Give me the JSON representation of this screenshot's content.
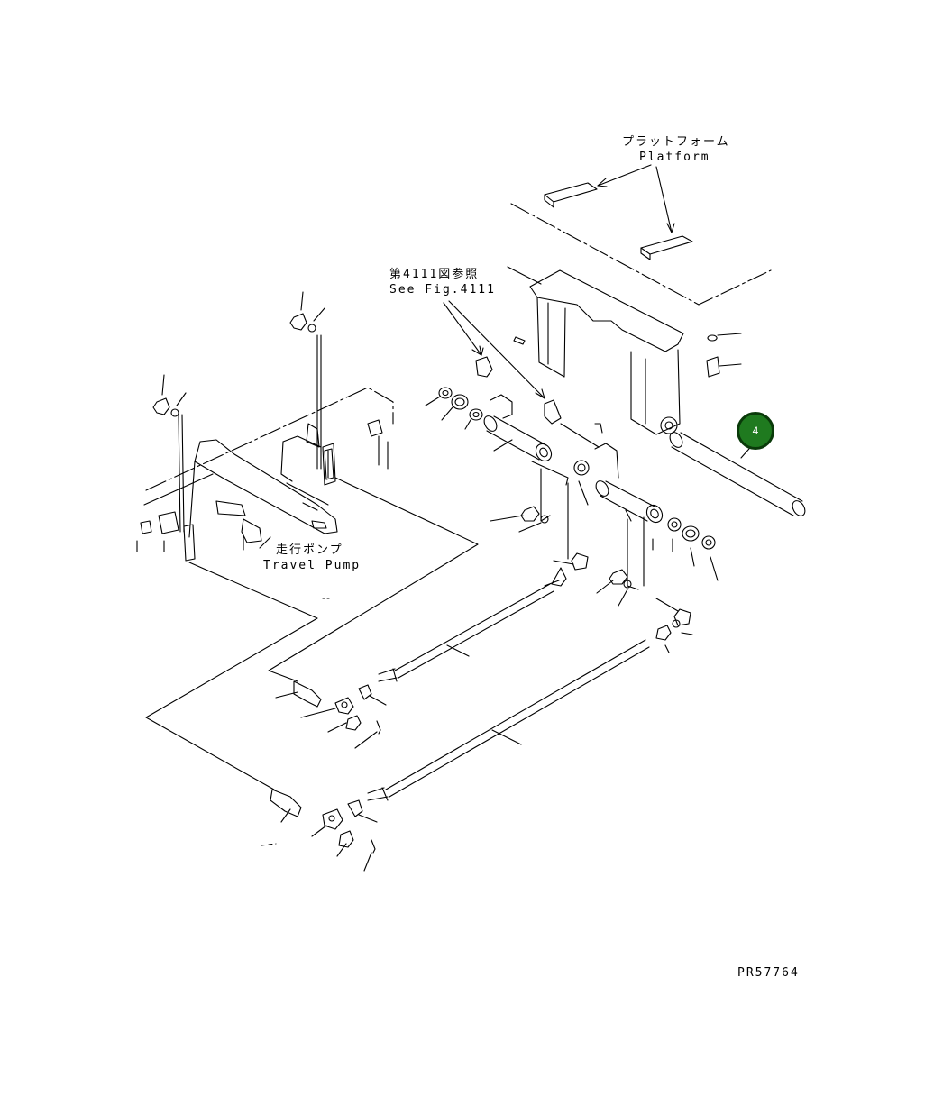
{
  "labels": {
    "platform_jp": "プラットフォーム",
    "platform_en": "Platform",
    "seefig_jp": "第4111図参照",
    "seefig_en": "See Fig.4111",
    "pump_jp": "走行ポンプ",
    "pump_en": "Travel Pump",
    "drawing_no": "PR57764"
  },
  "callouts": [
    {
      "number": "4",
      "color": "#1f7a1f"
    }
  ],
  "colors": {
    "line": "#000000",
    "callout_fill": "#1f7a1f",
    "callout_border": "#0a3a0a"
  }
}
